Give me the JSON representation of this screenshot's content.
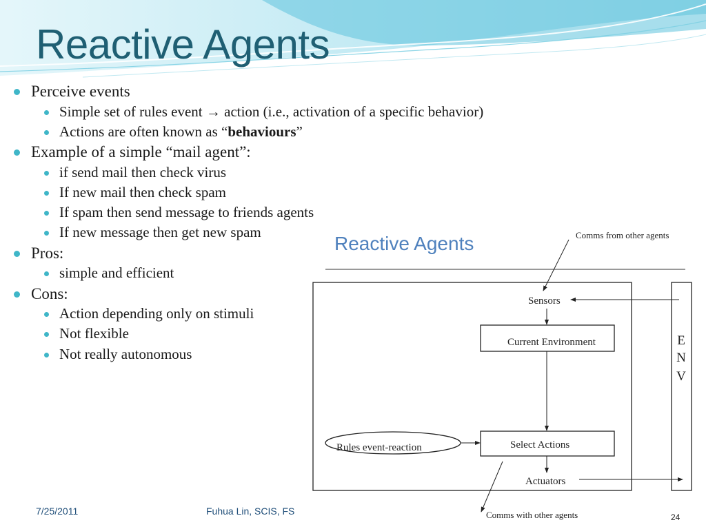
{
  "slide": {
    "title": "Reactive Agents",
    "bullets": [
      {
        "text": "Perceive events"
      },
      {
        "text": "Simple set of rules event → action (i.e., activation of a specific behavior)"
      },
      {
        "pre": "Actions are often known as “",
        "bold": "behaviours",
        "post": "”"
      },
      {
        "text": "Example of a simple “mail agent”:"
      },
      {
        "text": "if send mail then check virus"
      },
      {
        "text": "If new mail then check spam"
      },
      {
        "text": "If spam then send message to friends agents"
      },
      {
        "text": "If new message then get new spam"
      },
      {
        "text": "Pros:"
      },
      {
        "text": "simple and efficient"
      },
      {
        "text": "Cons:"
      },
      {
        "text": "Action depending only on stimuli"
      },
      {
        "text": "Not flexible"
      },
      {
        "text": "Not really autonomous"
      }
    ]
  },
  "diagram": {
    "title": "Reactive Agents",
    "comms_from": "Comms from other agents",
    "sensors": "Sensors",
    "current_env": "Current Environment",
    "env": [
      "E",
      "N",
      "V"
    ],
    "rules": "Rules event-reaction",
    "select_actions": "Select Actions",
    "actuators": "Actuators",
    "comms_with": "Comms with other agents",
    "page_number": "24"
  },
  "footer": {
    "date": "7/25/2011",
    "author": "Fuhua Lin, SCIS, FS"
  },
  "colors": {
    "title": "#1f5f73",
    "bullet": "#3fb6c8",
    "footer": "#1f4e79",
    "diagram_title": "#4f81bd"
  }
}
